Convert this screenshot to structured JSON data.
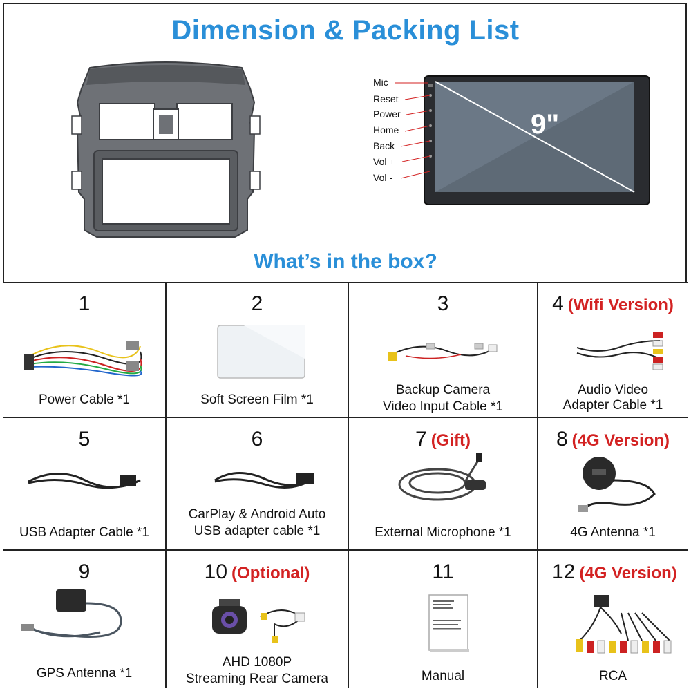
{
  "header": {
    "title": "Dimension & Packing List",
    "subtitle": "What’s in the box?"
  },
  "screen": {
    "size_label": "9\"",
    "buttons": [
      "Mic",
      "Reset",
      "Power",
      "Home",
      "Back",
      "Vol +",
      "Vol -"
    ]
  },
  "items": [
    {
      "num": "1",
      "tag": "",
      "caption": [
        "Power Cable *1"
      ]
    },
    {
      "num": "2",
      "tag": "",
      "caption": [
        "Soft Screen Film *1"
      ]
    },
    {
      "num": "3",
      "tag": "",
      "caption": [
        "Backup Camera",
        "Video Input Cable *1"
      ]
    },
    {
      "num": "4",
      "tag": "(Wifi Version)",
      "caption": [
        "Audio Video",
        "Adapter Cable *1"
      ]
    },
    {
      "num": "5",
      "tag": "",
      "caption": [
        "USB Adapter Cable *1"
      ]
    },
    {
      "num": "6",
      "tag": "",
      "caption": [
        "CarPlay & Android Auto",
        "USB adapter cable *1"
      ]
    },
    {
      "num": "7",
      "tag": "(Gift)",
      "caption": [
        "External Microphone *1"
      ]
    },
    {
      "num": "8",
      "tag": "(4G Version)",
      "caption": [
        "4G Antenna *1"
      ]
    },
    {
      "num": "9",
      "tag": "",
      "caption": [
        "GPS Antenna *1"
      ]
    },
    {
      "num": "10",
      "tag": "(Optional)",
      "caption": [
        "AHD 1080P",
        "Streaming Rear Camera"
      ]
    },
    {
      "num": "11",
      "tag": "",
      "caption": [
        "Manual"
      ]
    },
    {
      "num": "12",
      "tag": "(4G Version)",
      "caption": [
        "RCA"
      ]
    }
  ],
  "colors": {
    "accent": "#2a8fd8",
    "tag": "#d32222"
  },
  "illustrations": [
    "bezel-frame",
    "head-unit-screen",
    "power-cable",
    "screen-film",
    "camera-cable",
    "av-cable",
    "usb-cable",
    "carplay-usb-cable",
    "microphone",
    "4g-antenna",
    "gps-antenna",
    "rear-camera",
    "manual",
    "rca-cable"
  ]
}
